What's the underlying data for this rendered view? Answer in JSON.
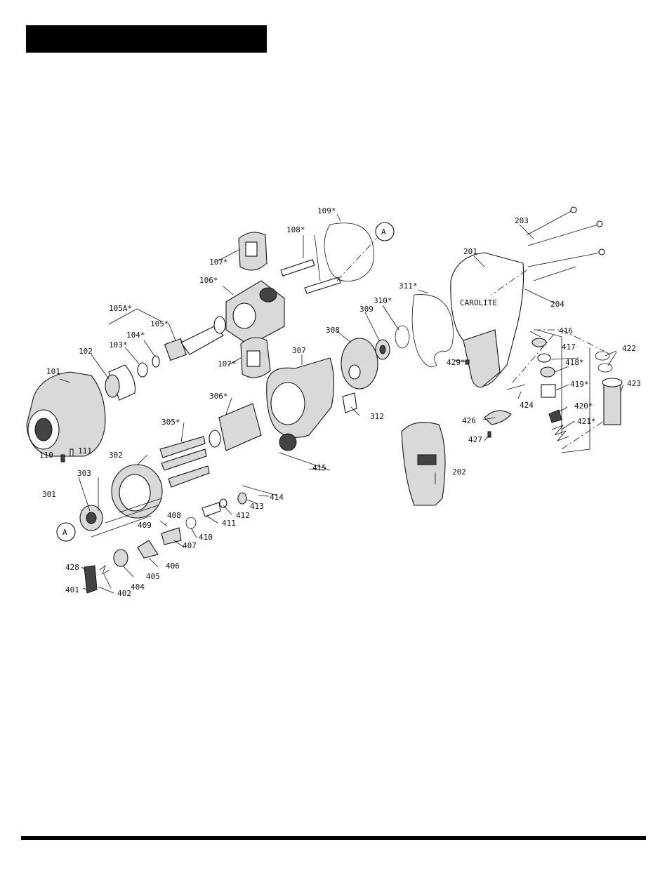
{
  "labels": [
    "101",
    "102",
    "103*",
    "104*",
    "105*",
    "105A*",
    "106*",
    "107*",
    "107*",
    "108*",
    "109*",
    "110",
    "111",
    "201",
    "202",
    "203",
    "204",
    "301",
    "302",
    "303",
    "305*",
    "306*",
    "307",
    "308",
    "309",
    "310*",
    "311*",
    "312",
    "401",
    "402",
    "404",
    "405",
    "406",
    "407",
    "408",
    "409",
    "410",
    "411",
    "412",
    "413",
    "414",
    "415",
    "416",
    "417",
    "418*",
    "419*",
    "420*",
    "421*",
    "422",
    "423",
    "424",
    "426",
    "427",
    "428",
    "429*"
  ],
  "callouts": [
    "A",
    "A"
  ],
  "brand_mark": "CAROLITE"
}
